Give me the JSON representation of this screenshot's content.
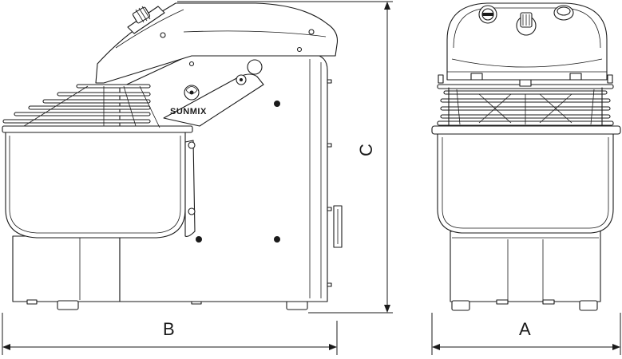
{
  "drawing": {
    "brand_label": "SUNMIX",
    "dimensions": {
      "width_label": "A",
      "depth_label": "B",
      "height_label": "C"
    }
  }
}
